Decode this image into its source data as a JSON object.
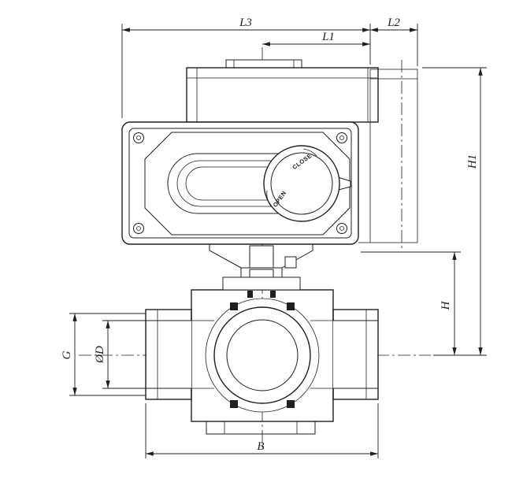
{
  "drawing": {
    "line_color": "#1f1f1f",
    "background_color": "#ffffff",
    "dimensions": {
      "L3": "L3",
      "L2": "L2",
      "L1": "L1",
      "H1": "H1",
      "H": "H",
      "G": "G",
      "OD": "ØD",
      "B": "B"
    },
    "dial": {
      "open": "OPEN",
      "close": "CLOSE"
    }
  }
}
